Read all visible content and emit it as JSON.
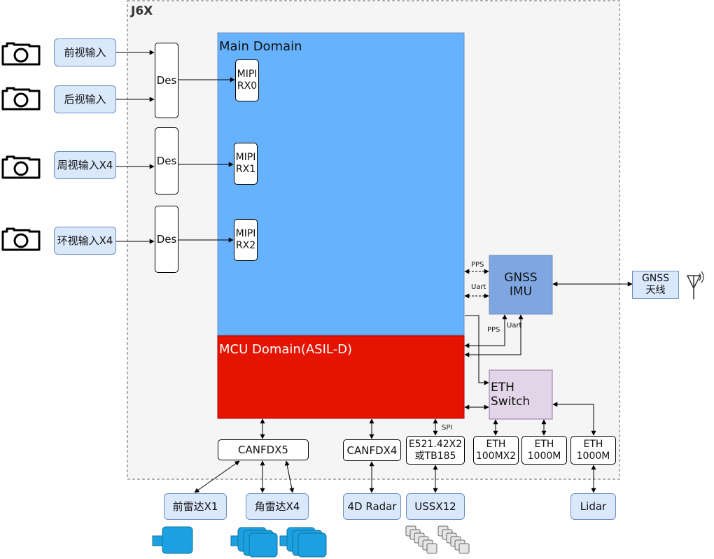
{
  "chip": {
    "title": "J6X"
  },
  "domains": {
    "main": {
      "label": "Main Domain",
      "color": "#66b2ff"
    },
    "mcu": {
      "label": "MCU Domain(ASIL-D)",
      "color": "#e51400"
    }
  },
  "camera_inputs": [
    "前视输入",
    "后视输入",
    "周视输入X4",
    "环视输入X4"
  ],
  "deserializers": [
    "Des",
    "Des",
    "Des"
  ],
  "mipi": [
    "MIPI\nRX0",
    "MIPI\nRX1",
    "MIPI\nRX2"
  ],
  "gnss_imu": {
    "label": "GNSS\nIMU",
    "color": "#7ea6e0"
  },
  "gnss_antenna": {
    "label": "GNSS\n天线"
  },
  "eth_switch": {
    "label": "ETH\nSwitch",
    "color": "#e1d5e7"
  },
  "signals": {
    "pps_1": "PPS",
    "uart_1": "Uart",
    "pps_2": "PPS",
    "uart_2": "Uart",
    "spi": "SPI"
  },
  "interfaces": {
    "canfd5": "CANFDX5",
    "canfd4": "CANFDX4",
    "e521": "E521.42X2\n或TB185",
    "eth1": "ETH\n100MX2",
    "eth2": "ETH\n1000M",
    "eth3": "ETH\n1000M"
  },
  "peripherals": {
    "front_radar": "前雷达X1",
    "corner_radar": "角雷达X4",
    "radar_4d": "4D Radar",
    "ussx12": "USSX12",
    "lidar": "Lidar"
  }
}
